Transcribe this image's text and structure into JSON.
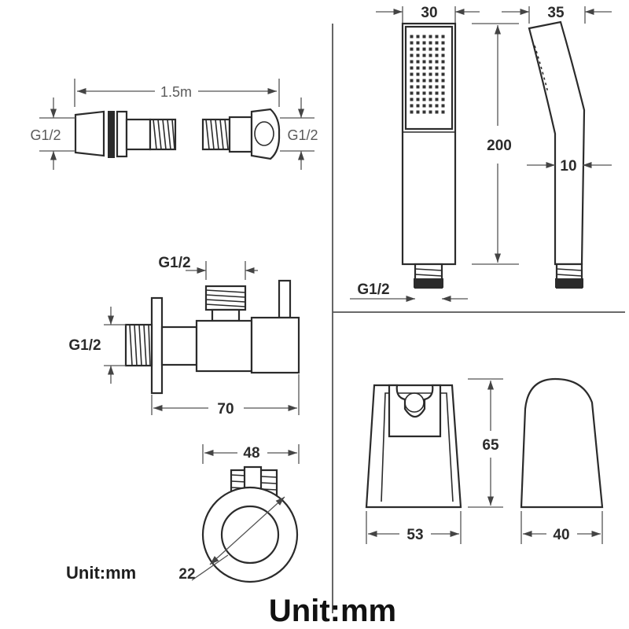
{
  "hose": {
    "length_label": "1.5m",
    "left_thread_label": "G1/2",
    "right_thread_label": "G1/2"
  },
  "valve": {
    "top_thread_label": "G1/2",
    "left_thread_label": "G1/2",
    "length_label": "70",
    "front_width_label": "48",
    "hole_diameter_label": "22",
    "unit_label": "Unit:mm"
  },
  "shower_head": {
    "width_label": "30",
    "depth_label": "35",
    "length_label": "200",
    "handle_thickness_label": "10",
    "thread_label": "G1/2"
  },
  "holder": {
    "height_label": "65",
    "width_label": "53",
    "depth_label": "40"
  },
  "footer": {
    "unit_label": "Unit:mm"
  }
}
